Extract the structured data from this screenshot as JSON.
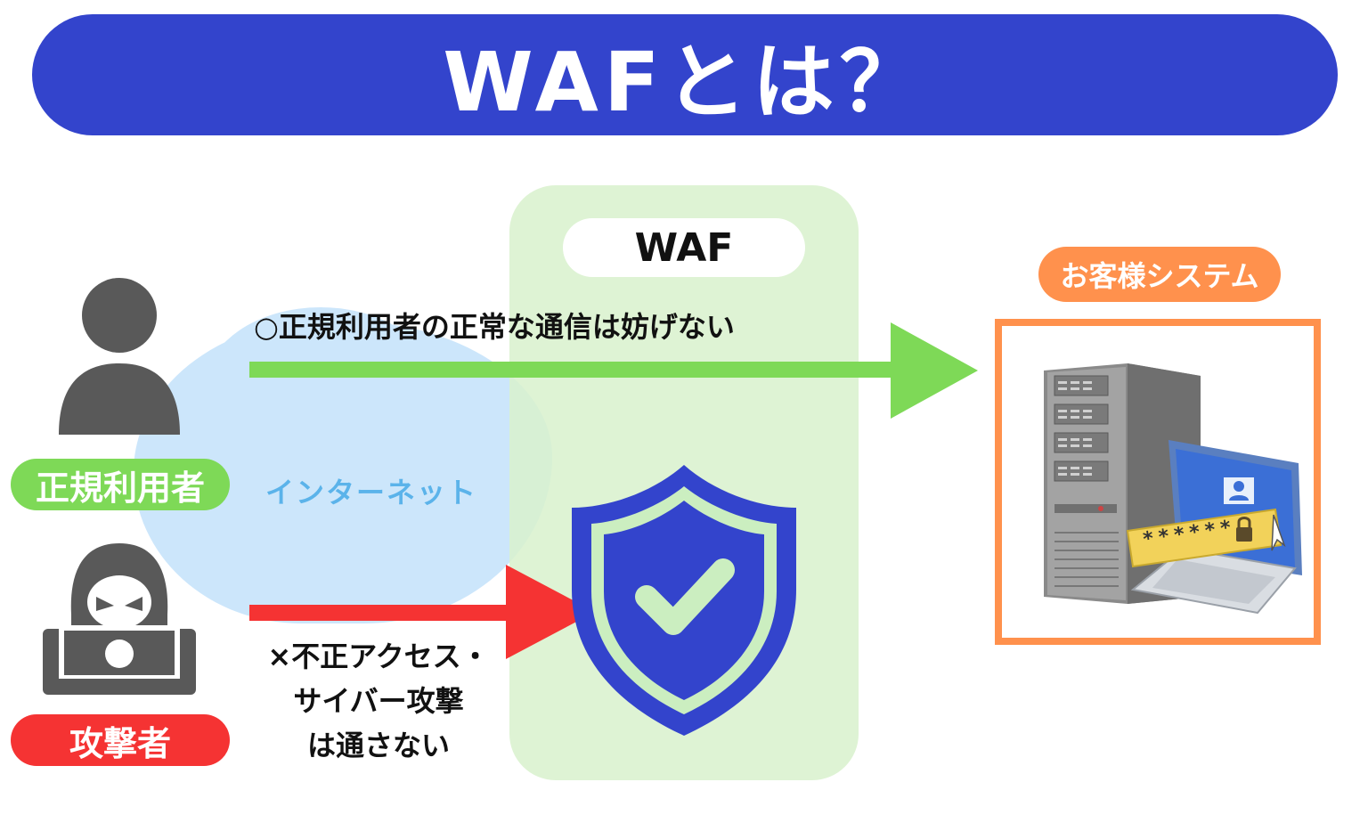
{
  "title": "WAFとは？",
  "waf_label": "WAF",
  "normal_user_label": "正規利用者",
  "attacker_label": "攻撃者",
  "internet_label": "インターネット",
  "normal_traffic_text": "○正規利用者の正常な通信は妨げない",
  "attack_text_lines": [
    "×不正アクセス・",
    "サイバー攻撃",
    "は通さない"
  ],
  "system_label": "お客様システム",
  "password_text": "******",
  "icons": {
    "user": "user-silhouette-icon",
    "attacker": "hooded-hacker-icon",
    "shield": "shield-check-icon",
    "server": "server-tower-icon",
    "laptop": "laptop-login-icon",
    "lock": "lock-icon"
  },
  "colors": {
    "title_bar": "#3344cc",
    "waf_panel": "#d8f1cc",
    "normal_arrow": "#7ed957",
    "attack_arrow": "#f53333",
    "system": "#ff914d",
    "internet": "#cce6fb",
    "shield": "#3344cc"
  }
}
